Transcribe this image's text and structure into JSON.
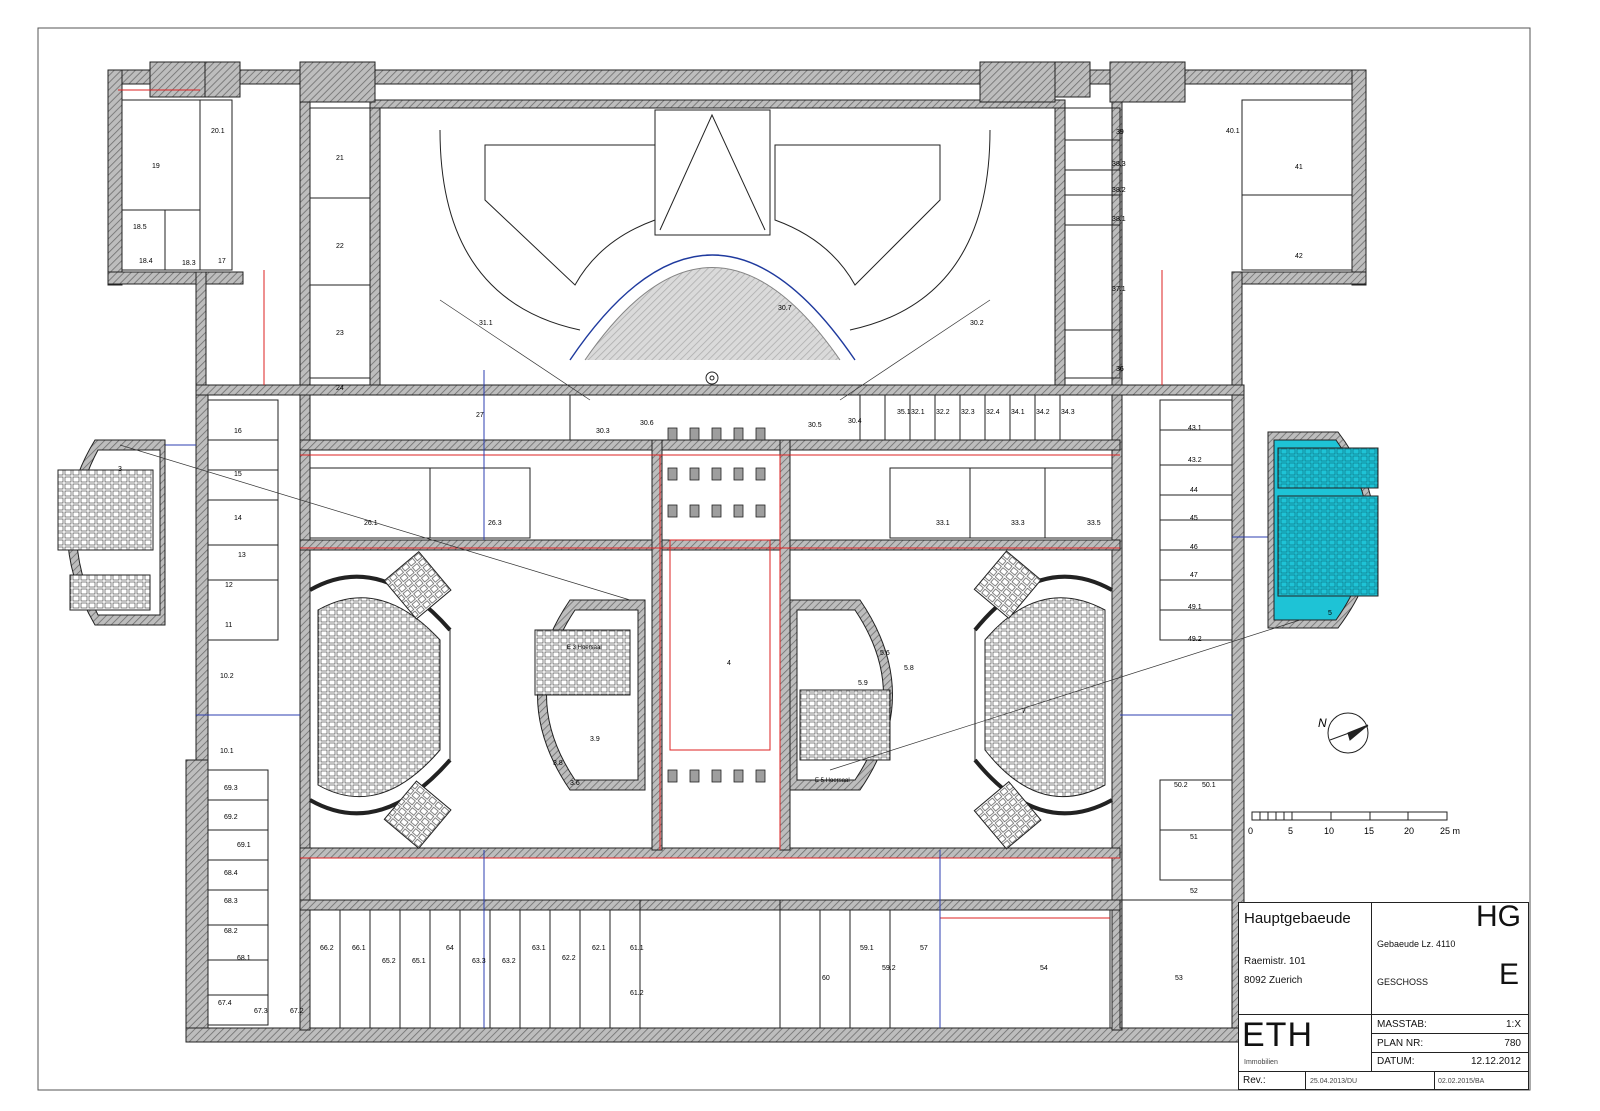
{
  "title_block": {
    "building_name": "Hauptgebaeude",
    "street": "Raemistr. 101",
    "city": "8092 Zuerich",
    "building_code": "HG",
    "building_number_label": "Gebaeude Lz. 4110",
    "floor_label": "GESCHOSS",
    "floor_value": "E",
    "org_logo": "ETH",
    "org_sub": "Immobilien",
    "scale_label": "MASSTAB:",
    "scale_value": "1:X",
    "plan_label": "PLAN NR:",
    "plan_value": "780",
    "date_label": "DATUM:",
    "date_value": "12.12.2012",
    "rev_label": "Rev.:",
    "rev_1": "25.04.2013/DU",
    "rev_2": "02.02.2015/BA"
  },
  "scale_bar": {
    "ticks": [
      "0",
      "5",
      "10",
      "15",
      "20",
      "25 m"
    ]
  },
  "north_arrow": {
    "label": "N"
  },
  "highlight_color": "#1ec3d6",
  "rooms": [
    "20.1",
    "19",
    "18.5",
    "18.4",
    "18.3",
    "17",
    "21",
    "22",
    "23",
    "24",
    "16",
    "15",
    "14",
    "13",
    "12",
    "11",
    "10.2",
    "10.1",
    "69.3",
    "69.2",
    "69.1",
    "68.4",
    "68.3",
    "68.2",
    "68.1",
    "67.4",
    "67.3",
    "67.2",
    "66.2",
    "66.1",
    "65.2",
    "65.1",
    "64",
    "63.3",
    "63.2",
    "63.1",
    "62.2",
    "62.1",
    "61.1",
    "61.2",
    "60",
    "59.1",
    "59.2",
    "57",
    "54",
    "53",
    "52",
    "51",
    "50.1",
    "50.2",
    "49.2",
    "49.1",
    "47",
    "46",
    "45",
    "44",
    "43.2",
    "43.1",
    "42",
    "41",
    "40.1",
    "39",
    "38.3",
    "38.2",
    "38.1",
    "37.1",
    "36",
    "35.1",
    "34.3",
    "34.2",
    "34.1",
    "32.4",
    "32.3",
    "32.2",
    "32.1",
    "33.1",
    "33.3",
    "33.5",
    "31.1",
    "30.7",
    "30.6",
    "30.5",
    "30.3",
    "30.4",
    "30.2",
    "27",
    "26.1",
    "26.3",
    "4",
    "3",
    "5",
    "7",
    "3.9",
    "3.6",
    "3.8",
    "5.6",
    "5.8",
    "5.9",
    "E 3  Hoersaal",
    "E 5  Hoersaal"
  ]
}
